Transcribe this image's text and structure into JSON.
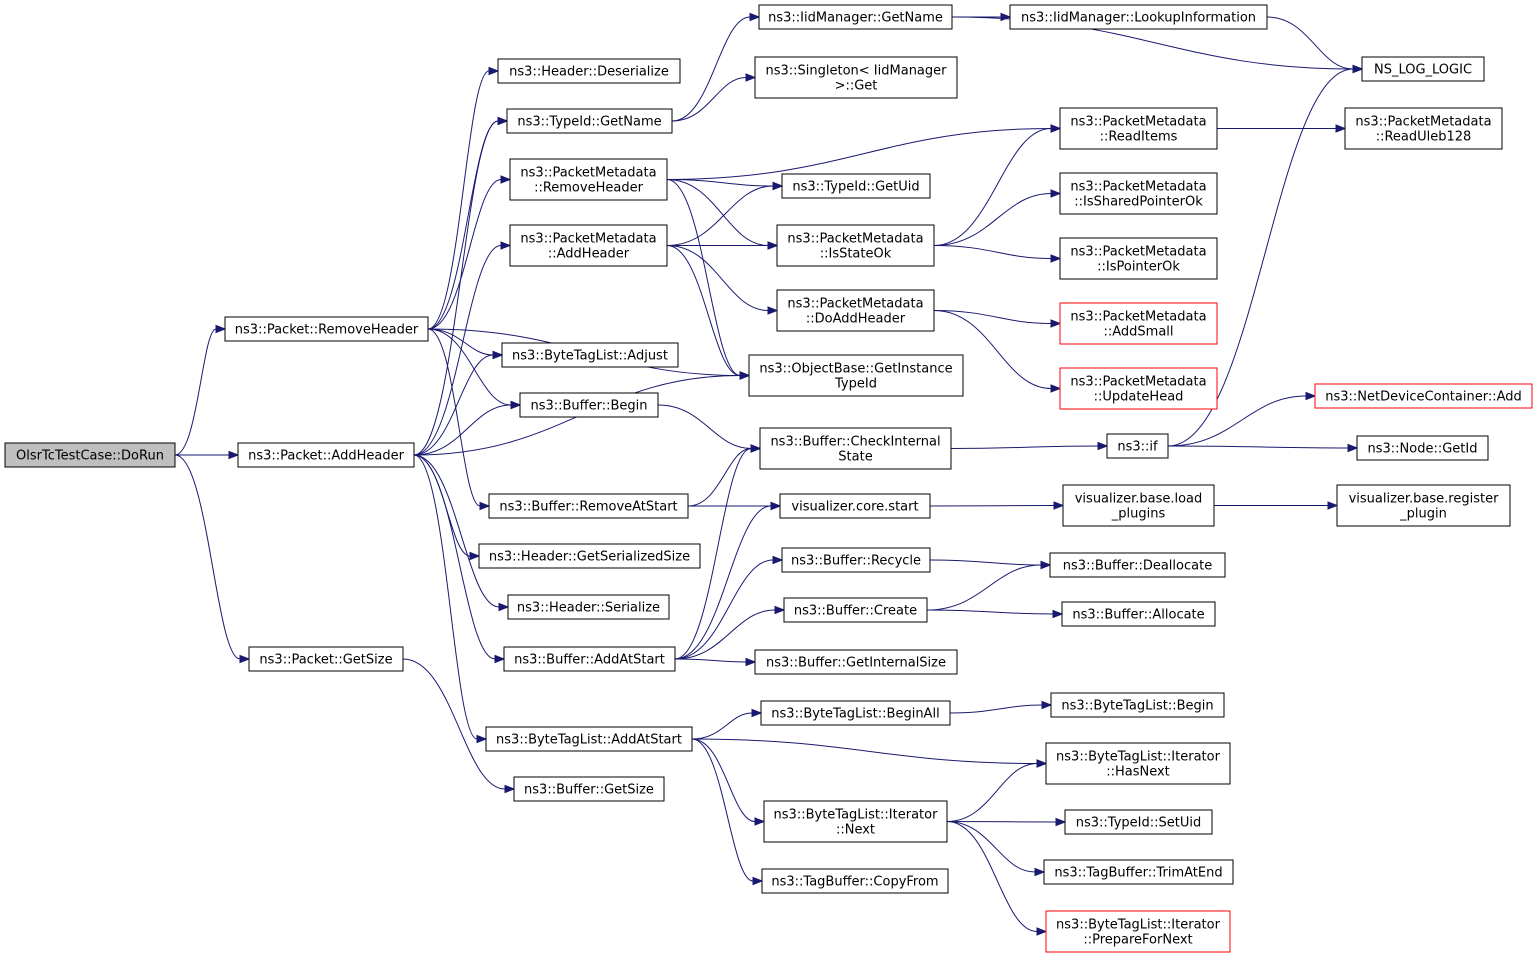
{
  "diagram": {
    "caption": "",
    "nodes": [
      {
        "id": "doRun",
        "lines": [
          "OlsrTcTestCase::DoRun"
        ],
        "root": true
      },
      {
        "id": "removeHeader",
        "lines": [
          "ns3::Packet::RemoveHeader"
        ]
      },
      {
        "id": "addHeader",
        "lines": [
          "ns3::Packet::AddHeader"
        ]
      },
      {
        "id": "getSize",
        "lines": [
          "ns3::Packet::GetSize"
        ]
      },
      {
        "id": "hdrDeserialize",
        "lines": [
          "ns3::Header::Deserialize"
        ]
      },
      {
        "id": "typeIdGetName",
        "lines": [
          "ns3::TypeId::GetName"
        ]
      },
      {
        "id": "pmRemoveHeader",
        "lines": [
          "ns3::PacketMetadata",
          "::RemoveHeader"
        ]
      },
      {
        "id": "pmAddHeader",
        "lines": [
          "ns3::PacketMetadata",
          "::AddHeader"
        ]
      },
      {
        "id": "btlAdjust",
        "lines": [
          "ns3::ByteTagList::Adjust"
        ]
      },
      {
        "id": "bufBegin",
        "lines": [
          "ns3::Buffer::Begin"
        ]
      },
      {
        "id": "bufRemoveAtStart",
        "lines": [
          "ns3::Buffer::RemoveAtStart"
        ]
      },
      {
        "id": "hdrGetSerializedSize",
        "lines": [
          "ns3::Header::GetSerializedSize"
        ]
      },
      {
        "id": "hdrSerialize",
        "lines": [
          "ns3::Header::Serialize"
        ]
      },
      {
        "id": "bufAddAtStart",
        "lines": [
          "ns3::Buffer::AddAtStart"
        ]
      },
      {
        "id": "btlAddAtStart",
        "lines": [
          "ns3::ByteTagList::AddAtStart"
        ]
      },
      {
        "id": "bufGetSize",
        "lines": [
          "ns3::Buffer::GetSize"
        ]
      },
      {
        "id": "iidGetName",
        "lines": [
          "ns3::IidManager::GetName"
        ]
      },
      {
        "id": "singletonGet",
        "lines": [
          "ns3::Singleton< IidManager",
          ">::Get"
        ]
      },
      {
        "id": "typeIdGetUid",
        "lines": [
          "ns3::TypeId::GetUid"
        ]
      },
      {
        "id": "pmIsStateOk",
        "lines": [
          "ns3::PacketMetadata",
          "::IsStateOk"
        ]
      },
      {
        "id": "pmDoAddHeader",
        "lines": [
          "ns3::PacketMetadata",
          "::DoAddHeader"
        ]
      },
      {
        "id": "obGetInstanceTypeId",
        "lines": [
          "ns3::ObjectBase::GetInstance",
          "TypeId"
        ]
      },
      {
        "id": "bufCheckInternalState",
        "lines": [
          "ns3::Buffer::CheckInternal",
          "State"
        ]
      },
      {
        "id": "vizCoreStart",
        "lines": [
          "visualizer.core.start"
        ]
      },
      {
        "id": "bufRecycle",
        "lines": [
          "ns3::Buffer::Recycle"
        ]
      },
      {
        "id": "bufCreate",
        "lines": [
          "ns3::Buffer::Create"
        ]
      },
      {
        "id": "bufGetInternalSize",
        "lines": [
          "ns3::Buffer::GetInternalSize"
        ]
      },
      {
        "id": "btlBeginAll",
        "lines": [
          "ns3::ByteTagList::BeginAll"
        ]
      },
      {
        "id": "btlIterNext",
        "lines": [
          "ns3::ByteTagList::Iterator",
          "::Next"
        ]
      },
      {
        "id": "tagBufCopyFrom",
        "lines": [
          "ns3::TagBuffer::CopyFrom"
        ]
      },
      {
        "id": "iidLookupInformation",
        "lines": [
          "ns3::IidManager::LookupInformation"
        ]
      },
      {
        "id": "pmReadItems",
        "lines": [
          "ns3::PacketMetadata",
          "::ReadItems"
        ]
      },
      {
        "id": "pmIsSharedPointerOk",
        "lines": [
          "ns3::PacketMetadata",
          "::IsSharedPointerOk"
        ]
      },
      {
        "id": "pmIsPointerOk",
        "lines": [
          "ns3::PacketMetadata",
          "::IsPointerOk"
        ]
      },
      {
        "id": "pmAddSmall",
        "lines": [
          "ns3::PacketMetadata",
          "::AddSmall"
        ],
        "truncated": true
      },
      {
        "id": "pmUpdateHead",
        "lines": [
          "ns3::PacketMetadata",
          "::UpdateHead"
        ],
        "truncated": true
      },
      {
        "id": "ns3If",
        "lines": [
          "ns3::if"
        ]
      },
      {
        "id": "vizBaseLoadPlugins",
        "lines": [
          "visualizer.base.load",
          "_plugins"
        ]
      },
      {
        "id": "bufDeallocate",
        "lines": [
          "ns3::Buffer::Deallocate"
        ]
      },
      {
        "id": "bufAllocate",
        "lines": [
          "ns3::Buffer::Allocate"
        ]
      },
      {
        "id": "btlBegin",
        "lines": [
          "ns3::ByteTagList::Begin"
        ]
      },
      {
        "id": "btlIterHasNext",
        "lines": [
          "ns3::ByteTagList::Iterator",
          "::HasNext"
        ]
      },
      {
        "id": "typeIdSetUid",
        "lines": [
          "ns3::TypeId::SetUid"
        ]
      },
      {
        "id": "tagBufTrimAtEnd",
        "lines": [
          "ns3::TagBuffer::TrimAtEnd"
        ]
      },
      {
        "id": "btlIterPrepareForNext",
        "lines": [
          "ns3::ByteTagList::Iterator",
          "::PrepareForNext"
        ],
        "truncated": true
      },
      {
        "id": "nsLogLogic",
        "lines": [
          "NS_LOG_LOGIC"
        ]
      },
      {
        "id": "pmReadUleb128",
        "lines": [
          "ns3::PacketMetadata",
          "::ReadUleb128"
        ]
      },
      {
        "id": "ndcAdd",
        "lines": [
          "ns3::NetDeviceContainer::Add"
        ],
        "truncated": true
      },
      {
        "id": "nodeGetId",
        "lines": [
          "ns3::Node::GetId"
        ]
      },
      {
        "id": "vizBaseRegisterPlugin",
        "lines": [
          "visualizer.base.register",
          "_plugin"
        ]
      }
    ],
    "edges": [
      [
        "doRun",
        "removeHeader"
      ],
      [
        "doRun",
        "addHeader"
      ],
      [
        "doRun",
        "getSize"
      ],
      [
        "removeHeader",
        "hdrDeserialize"
      ],
      [
        "removeHeader",
        "typeIdGetName"
      ],
      [
        "removeHeader",
        "pmRemoveHeader"
      ],
      [
        "removeHeader",
        "btlAdjust"
      ],
      [
        "removeHeader",
        "bufBegin"
      ],
      [
        "removeHeader",
        "bufRemoveAtStart"
      ],
      [
        "removeHeader",
        "obGetInstanceTypeId"
      ],
      [
        "addHeader",
        "typeIdGetName"
      ],
      [
        "addHeader",
        "pmAddHeader"
      ],
      [
        "addHeader",
        "btlAdjust"
      ],
      [
        "addHeader",
        "bufBegin"
      ],
      [
        "addHeader",
        "hdrGetSerializedSize"
      ],
      [
        "addHeader",
        "hdrSerialize"
      ],
      [
        "addHeader",
        "bufAddAtStart"
      ],
      [
        "addHeader",
        "btlAddAtStart"
      ],
      [
        "addHeader",
        "obGetInstanceTypeId"
      ],
      [
        "getSize",
        "bufGetSize"
      ],
      [
        "typeIdGetName",
        "iidGetName"
      ],
      [
        "typeIdGetName",
        "singletonGet"
      ],
      [
        "pmRemoveHeader",
        "pmReadItems"
      ],
      [
        "pmRemoveHeader",
        "typeIdGetUid"
      ],
      [
        "pmRemoveHeader",
        "pmIsStateOk"
      ],
      [
        "pmRemoveHeader",
        "obGetInstanceTypeId"
      ],
      [
        "pmAddHeader",
        "typeIdGetUid"
      ],
      [
        "pmAddHeader",
        "pmIsStateOk"
      ],
      [
        "pmAddHeader",
        "pmDoAddHeader"
      ],
      [
        "pmAddHeader",
        "obGetInstanceTypeId"
      ],
      [
        "bufBegin",
        "bufCheckInternalState"
      ],
      [
        "bufRemoveAtStart",
        "bufCheckInternalState"
      ],
      [
        "bufRemoveAtStart",
        "vizCoreStart"
      ],
      [
        "bufAddAtStart",
        "bufCheckInternalState"
      ],
      [
        "bufAddAtStart",
        "vizCoreStart"
      ],
      [
        "bufAddAtStart",
        "bufRecycle"
      ],
      [
        "bufAddAtStart",
        "bufCreate"
      ],
      [
        "bufAddAtStart",
        "bufGetInternalSize"
      ],
      [
        "btlAddAtStart",
        "btlBeginAll"
      ],
      [
        "btlAddAtStart",
        "btlIterHasNext"
      ],
      [
        "btlAddAtStart",
        "btlIterNext"
      ],
      [
        "btlAddAtStart",
        "tagBufCopyFrom"
      ],
      [
        "iidGetName",
        "iidLookupInformation"
      ],
      [
        "iidGetName",
        "nsLogLogic"
      ],
      [
        "iidLookupInformation",
        "nsLogLogic"
      ],
      [
        "pmIsStateOk",
        "pmReadItems"
      ],
      [
        "pmIsStateOk",
        "pmIsSharedPointerOk"
      ],
      [
        "pmIsStateOk",
        "pmIsPointerOk"
      ],
      [
        "pmDoAddHeader",
        "pmAddSmall"
      ],
      [
        "pmDoAddHeader",
        "pmUpdateHead"
      ],
      [
        "pmReadItems",
        "pmReadUleb128"
      ],
      [
        "bufCheckInternalState",
        "ns3If"
      ],
      [
        "ns3If",
        "nsLogLogic"
      ],
      [
        "ns3If",
        "ndcAdd"
      ],
      [
        "ns3If",
        "nodeGetId"
      ],
      [
        "vizCoreStart",
        "vizBaseLoadPlugins"
      ],
      [
        "vizBaseLoadPlugins",
        "vizBaseRegisterPlugin"
      ],
      [
        "bufRecycle",
        "bufDeallocate"
      ],
      [
        "bufCreate",
        "bufDeallocate"
      ],
      [
        "bufCreate",
        "bufAllocate"
      ],
      [
        "btlBeginAll",
        "btlBegin"
      ],
      [
        "btlIterNext",
        "btlIterHasNext"
      ],
      [
        "btlIterNext",
        "typeIdSetUid"
      ],
      [
        "btlIterNext",
        "tagBufTrimAtEnd"
      ],
      [
        "btlIterNext",
        "btlIterPrepareForNext"
      ]
    ]
  }
}
